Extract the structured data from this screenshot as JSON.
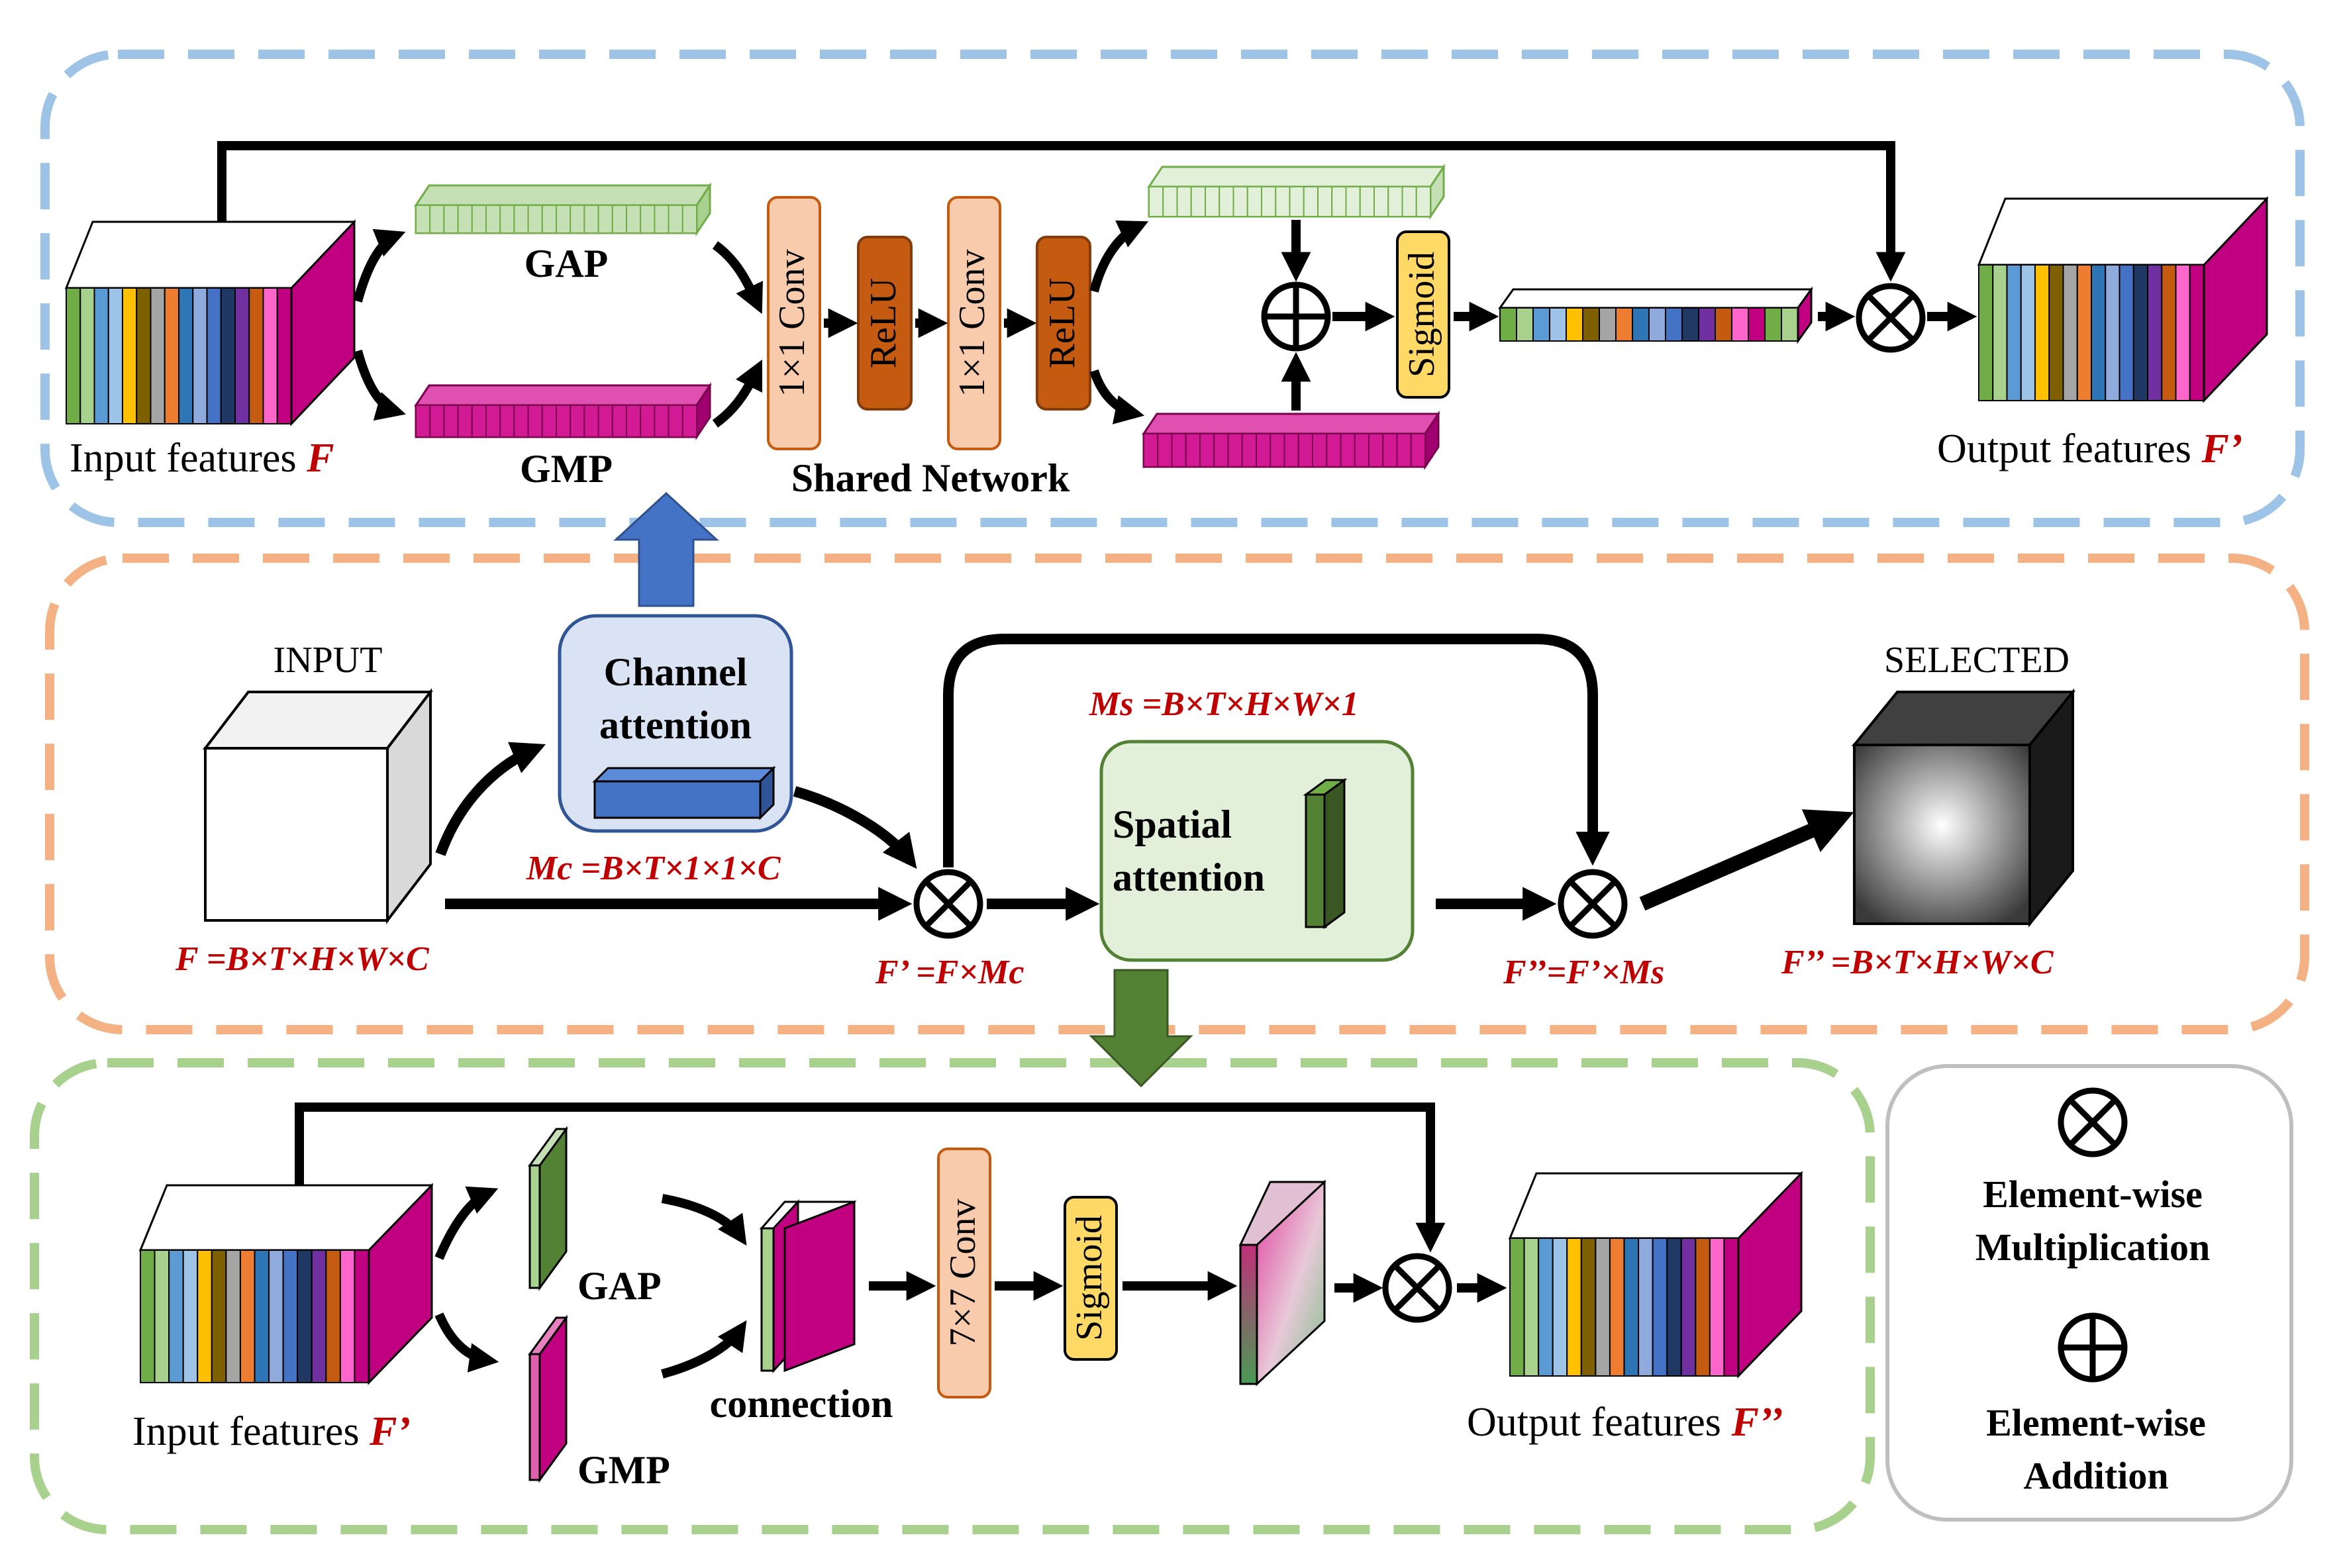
{
  "top": {
    "gap": "GAP",
    "gmp": "GMP",
    "conv1": "1×1 Conv",
    "relu1": "ReLU",
    "conv2": "1×1 Conv",
    "relu2": "ReLU",
    "shared": "Shared Network",
    "sigmoid": "Sigmoid",
    "input_label": "Input features ",
    "input_sym": "F",
    "output_label": "Output features ",
    "output_sym": "F’"
  },
  "mid": {
    "input": "INPUT",
    "channel_line1": "Channel",
    "channel_line2": "attention",
    "spatial_line1": "Spatial",
    "spatial_line2": "attention",
    "selected": "SELECTED",
    "f_eq": "F =B×T×H×W×C",
    "mc_eq": "Mc =B×T×1×1×C",
    "ms_eq": "Ms =B×T×H×W×1",
    "fp_eq": "F’ =F×Mc",
    "fpp_eq": "F’’=F’×Ms",
    "fpp_dim": "F’’ =B×T×H×W×C"
  },
  "bottom": {
    "gap": "GAP",
    "gmp": "GMP",
    "connection": "connection",
    "conv": "7×7 Conv",
    "sigmoid": "Sigmoid",
    "input_label": "Input features ",
    "input_sym": "F’",
    "output_label": "Output features ",
    "output_sym": "F’’"
  },
  "legend": {
    "mult_line1": "Element-wise",
    "mult_line2": "Multiplication",
    "add_line1": "Element-wise",
    "add_line2": "Addition"
  },
  "colors": {
    "blue_dash": "#9dc3e6",
    "orange_dash": "#f4b183",
    "green_dash": "#a9d18e",
    "magenta": "#c00080",
    "accent_red": "#c00000",
    "conv_fill": "#f8cbad",
    "relu_fill": "#c55a11",
    "sigmoid_fill": "#ffd966"
  }
}
